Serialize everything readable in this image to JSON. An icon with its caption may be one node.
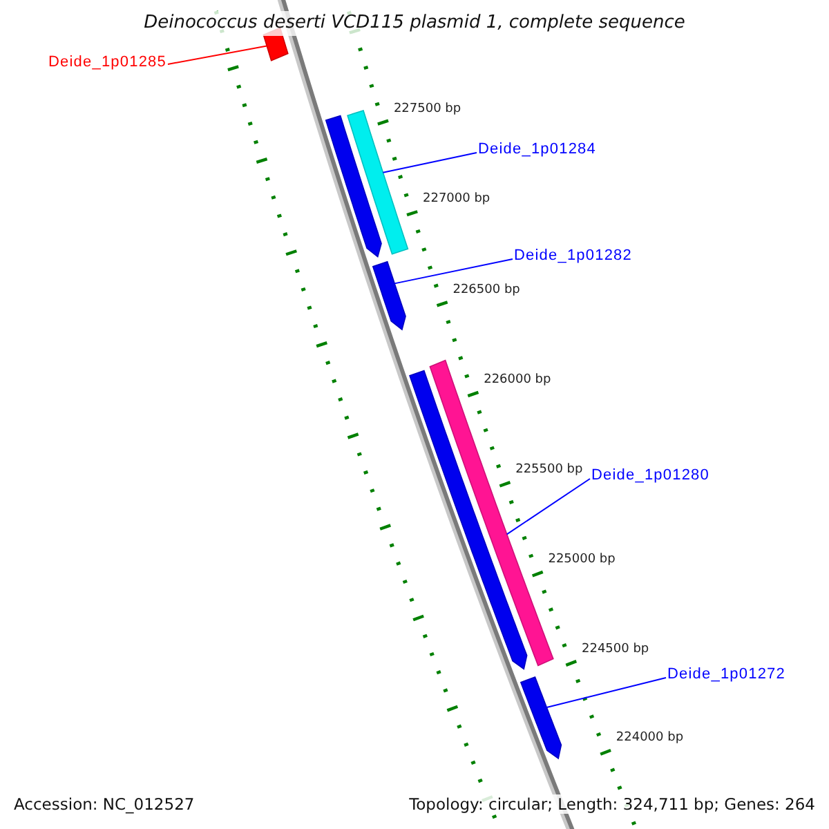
{
  "diagram": {
    "title": "Deinococcus deserti VCD115 plasmid 1, complete sequence",
    "nodes": [
      {
        "text": [
          "Deide_1p01285"
        ]
      },
      {
        "text": [],
        "shape": "bar"
      },
      {
        "text": [],
        "shape": "bar"
      },
      {
        "text": [],
        "shape": "bar"
      },
      {
        "text": [
          "Deide_1p01284"
        ]
      },
      {
        "text": [
          "Deide_1p01282"
        ]
      },
      {
        "text": [],
        "shape": "bar"
      },
      {
        "text": [],
        "shape": "bar"
      },
      {
        "text": [],
        "shape": "bar"
      },
      {
        "text": [
          "Deide_1p01280"
        ]
      },
      {
        "text": [
          "Deide_1p01272"
        ]
      },
      {
        "text": [],
        "shape": "bar"
      }
    ],
    "edges": [
      {
        "from": 0,
        "to": 1,
        "arrow": "none",
        "color": "#ff0000"
      },
      {
        "from": 4,
        "to": 3,
        "arrow": "none"
      },
      {
        "from": 5,
        "to": 6,
        "arrow": "none"
      },
      {
        "from": 9,
        "to": 7,
        "arrow": "none"
      },
      {
        "from": 10,
        "to": 11,
        "arrow": "none"
      }
    ],
    "labels": [
      "227500 bp",
      "227000 bp",
      "226500 bp",
      "226000 bp",
      "225500 bp",
      "225000 bp",
      "224500 bp",
      "224000 bp",
      "Accession: NC_012527",
      "Topology: circular; Length: 324,711 bp; Genes: 264"
    ]
  }
}
